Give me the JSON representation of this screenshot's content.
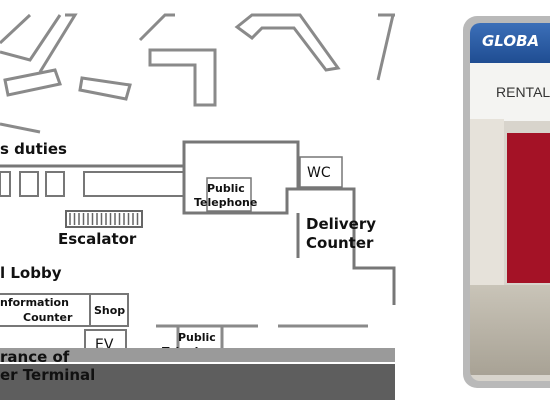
{
  "map": {
    "labels": {
      "duties": "s duties",
      "public_telephone_1": "Public\nTelephone",
      "wc": "WC",
      "delivery_counter": "Delivery\nCounter",
      "escalator": "Escalator",
      "lobby": "l Lobby",
      "information_counter": "nformation\nCounter",
      "shop": "Shop",
      "ev": "EV",
      "public_telephone_2": "Public\nTelephone",
      "entrance": "rance of\ner Terminal"
    }
  },
  "photo": {
    "brand": "GLOBA",
    "rental": "RENTAL"
  }
}
